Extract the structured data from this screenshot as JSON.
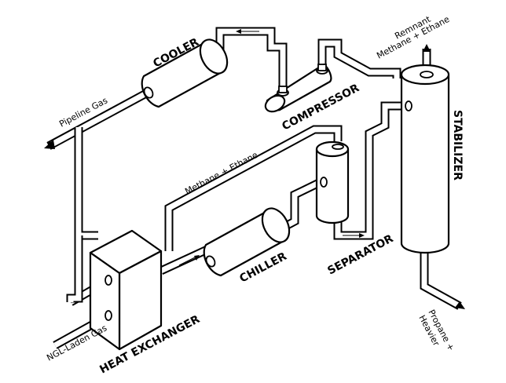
{
  "components": {
    "cooler": "COOLER",
    "compressor": "COMPRESSOR",
    "stabilizer": "STABILIZER",
    "separator": "SEPARATOR",
    "chiller": "CHILLER",
    "heat_exchanger": "HEAT EXCHANGER"
  },
  "streams": {
    "pipeline_gas": "Pipeline Gas",
    "remnant_line1": "Remnant",
    "remnant_line2": "Methane + Ethane",
    "methane_ethane": "Methane + Ethane",
    "propane_line1": "Propane +",
    "propane_line2": "Heavier",
    "ngl_laden_gas": "NGL-Laden Gas"
  }
}
